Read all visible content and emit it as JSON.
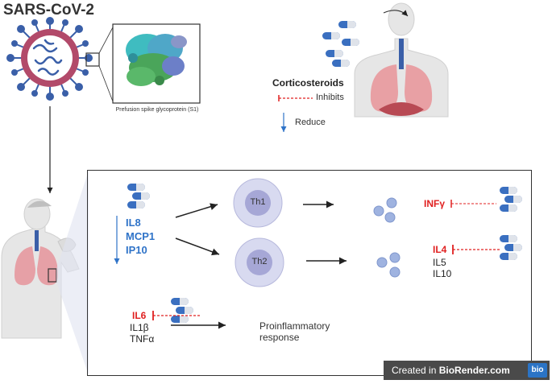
{
  "title": "SARS-CoV-2",
  "spike_caption": "Prefusion spike glycoprotein (S1)",
  "legend": {
    "drug": "Corticosteroids",
    "inhibits": "Inhibits",
    "reduce": "Reduce"
  },
  "cytokines_reduced": [
    "IL8",
    "MCP1",
    "IP10"
  ],
  "cells": {
    "th1": "Th1",
    "th2": "Th2"
  },
  "th1_output": "INFγ",
  "th2_outputs": {
    "inhibited": "IL4",
    "others": [
      "IL5",
      "IL10"
    ]
  },
  "inflammatory": {
    "inhibited": "IL6",
    "others": [
      "IL1β",
      "TNFα"
    ],
    "result": [
      "Proinflammatory",
      "response"
    ]
  },
  "credit": {
    "prefix": "Created in",
    "brand": "BioRender.com",
    "badge": "bio"
  },
  "colors": {
    "virus_body": "#b24a6a",
    "virus_spikes": "#3a5fa8",
    "inhibit": "#e02020",
    "reduce": "#2f73c8",
    "cell_outer": "#d8daf0",
    "cell_inner": "#a6a7d6"
  }
}
